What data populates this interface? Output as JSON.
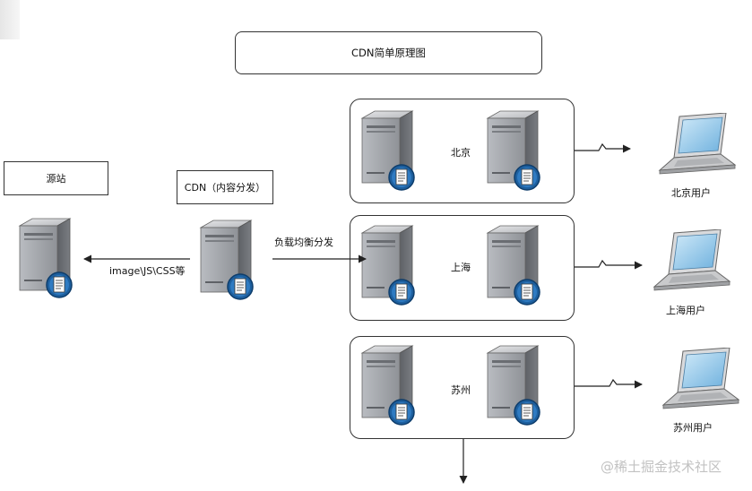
{
  "title": "CDN简单原理图",
  "origin": {
    "box_label": "源站"
  },
  "cdn": {
    "box_label": "CDN（内容分发）"
  },
  "edge_labels": {
    "to_origin": "image\\JS\\CSS等",
    "load_balance": "负载均衡分发"
  },
  "regions": [
    {
      "name": "北京",
      "user_label": "北京用户"
    },
    {
      "name": "上海",
      "user_label": "上海用户"
    },
    {
      "name": "苏州",
      "user_label": "苏州用户"
    }
  ],
  "watermark": "@稀土掘金技术社区",
  "icons": {
    "server": "server-with-document-icon",
    "laptop": "laptop-icon"
  },
  "colors": {
    "stroke": "#333333",
    "server_gray": "#8e9196",
    "doc_badge": "#1d5f9e",
    "laptop_screen": "#8fc7ea"
  }
}
